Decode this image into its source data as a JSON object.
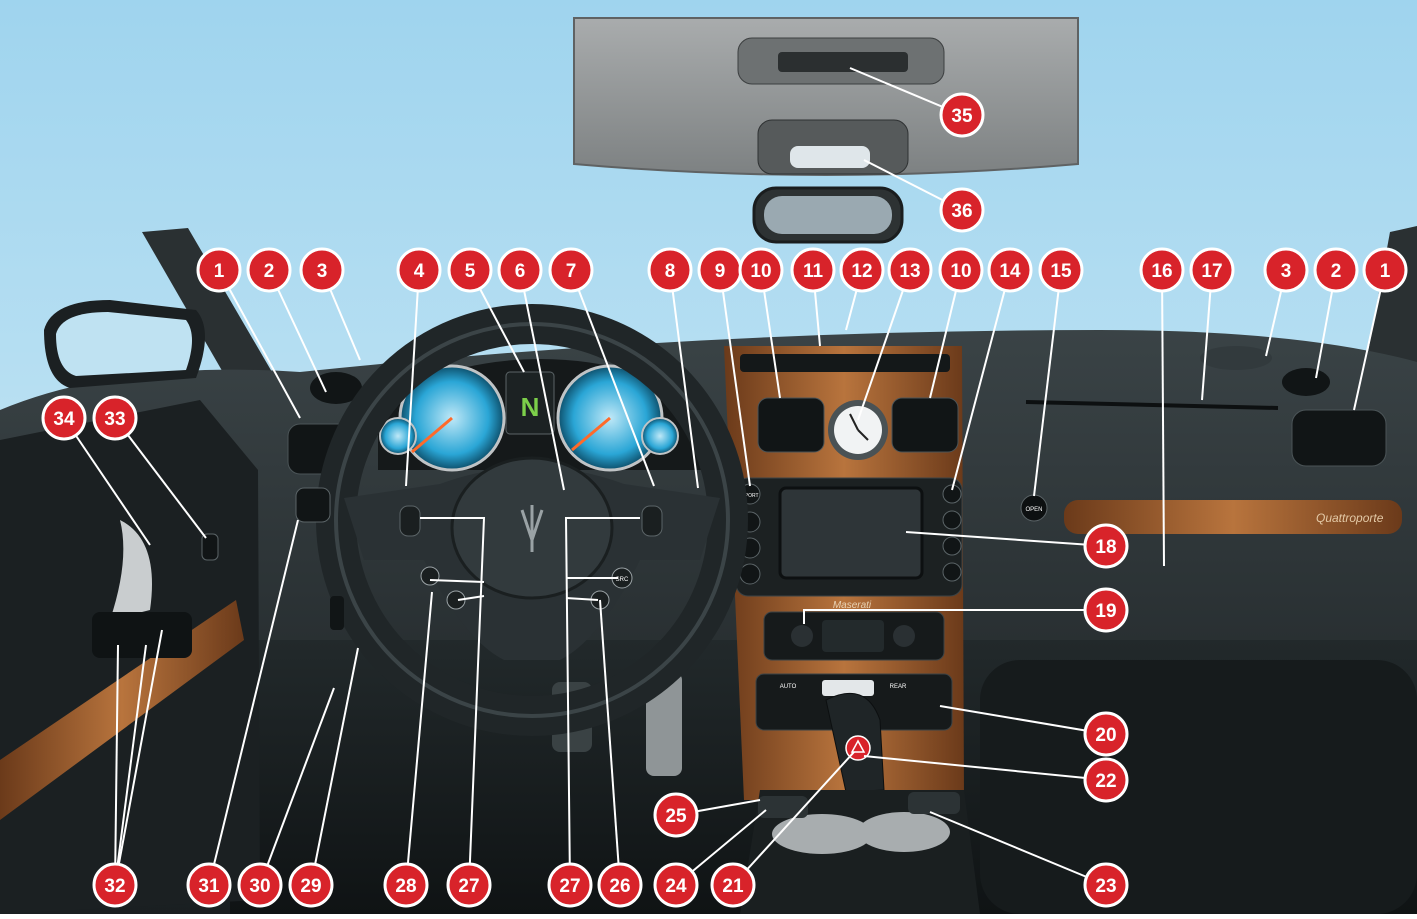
{
  "callouts": [
    {
      "id": "c1a",
      "label": "1"
    },
    {
      "id": "c2a",
      "label": "2"
    },
    {
      "id": "c3a",
      "label": "3"
    },
    {
      "id": "c4",
      "label": "4"
    },
    {
      "id": "c5",
      "label": "5"
    },
    {
      "id": "c6",
      "label": "6"
    },
    {
      "id": "c7",
      "label": "7"
    },
    {
      "id": "c8",
      "label": "8"
    },
    {
      "id": "c9",
      "label": "9"
    },
    {
      "id": "c10a",
      "label": "10"
    },
    {
      "id": "c11",
      "label": "11"
    },
    {
      "id": "c12",
      "label": "12"
    },
    {
      "id": "c13",
      "label": "13"
    },
    {
      "id": "c10b",
      "label": "10"
    },
    {
      "id": "c14",
      "label": "14"
    },
    {
      "id": "c15",
      "label": "15"
    },
    {
      "id": "c16",
      "label": "16"
    },
    {
      "id": "c17",
      "label": "17"
    },
    {
      "id": "c3b",
      "label": "3"
    },
    {
      "id": "c2b",
      "label": "2"
    },
    {
      "id": "c1b",
      "label": "1"
    },
    {
      "id": "c34",
      "label": "34"
    },
    {
      "id": "c33",
      "label": "33"
    },
    {
      "id": "c18",
      "label": "18"
    },
    {
      "id": "c19",
      "label": "19"
    },
    {
      "id": "c20",
      "label": "20"
    },
    {
      "id": "c22",
      "label": "22"
    },
    {
      "id": "c35",
      "label": "35"
    },
    {
      "id": "c36",
      "label": "36"
    },
    {
      "id": "c32",
      "label": "32"
    },
    {
      "id": "c31",
      "label": "31"
    },
    {
      "id": "c30",
      "label": "30"
    },
    {
      "id": "c29",
      "label": "29"
    },
    {
      "id": "c28",
      "label": "28"
    },
    {
      "id": "c27a",
      "label": "27"
    },
    {
      "id": "c27b",
      "label": "27"
    },
    {
      "id": "c26",
      "label": "26"
    },
    {
      "id": "c25",
      "label": "25"
    },
    {
      "id": "c24",
      "label": "24"
    },
    {
      "id": "c21",
      "label": "21"
    },
    {
      "id": "c23",
      "label": "23"
    }
  ],
  "dashboard_text": {
    "gear": "N",
    "brand": "Maserati",
    "model_script": "Quattroporte",
    "open_button": "OPEN",
    "sport_button": "SPORT",
    "src_button": "SRC",
    "auto_label": "AUTO",
    "rear_label": "REAR"
  },
  "colors": {
    "callout_fill": "#d8232a",
    "callout_border": "#ffffff",
    "leader": "#ffffff",
    "dash": "#1e2426",
    "wood": "#9a5a2c",
    "gauge": "#2aa6d6"
  }
}
